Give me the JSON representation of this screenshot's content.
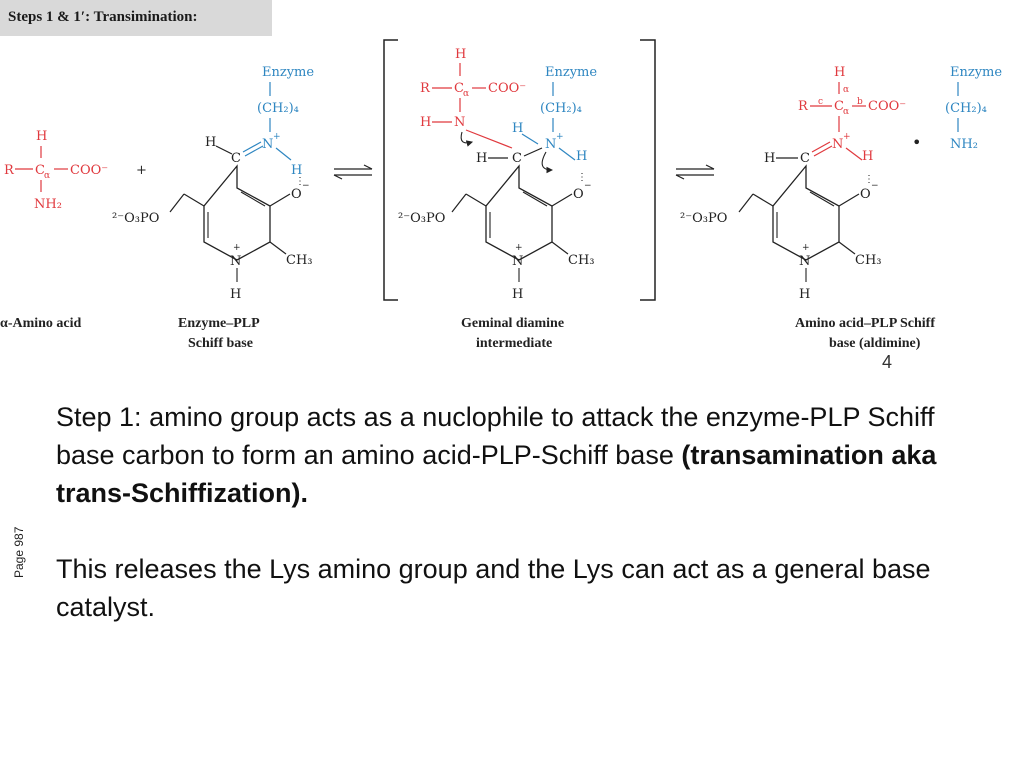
{
  "header": {
    "title": "Steps 1 & 1′:  Transimination:"
  },
  "molecules": {
    "amino_acid": {
      "caption": "α-Amino acid"
    },
    "enzyme_plp": {
      "caption_line1": "Enzyme–PLP",
      "caption_line2": "Schiff base"
    },
    "geminal": {
      "caption_line1": "Geminal diamine",
      "caption_line2": "intermediate"
    },
    "aldimine": {
      "caption_line1": "Amino acid–PLP Schiff",
      "caption_line2": "base (aldimine)"
    }
  },
  "labels": {
    "enzyme": "Enzyme",
    "ch2_4": "(CH₂)₄",
    "coo": "COO⁻",
    "nh2": "NH₂",
    "r": "R",
    "h": "H",
    "ch3": "CH₃",
    "o3po": "²⁻O₃PO",
    "plus": "+",
    "bullet": "•"
  },
  "body": {
    "para1_plain": "Step 1: amino group acts as a nuclophile to attack the enzyme-PLP Schiff base carbon to form an amino acid-PLP-Schiff base ",
    "para1_bold": "(transamination aka trans-Schiffization",
    "para1_close": ").",
    "para2": "This releases the Lys amino group and the Lys can act as a general base catalyst."
  },
  "page_label": "Page 987",
  "slide_number": "4",
  "colors": {
    "red": "#e0393e",
    "blue": "#2e86c1",
    "header_bg": "#d9d9d9"
  }
}
